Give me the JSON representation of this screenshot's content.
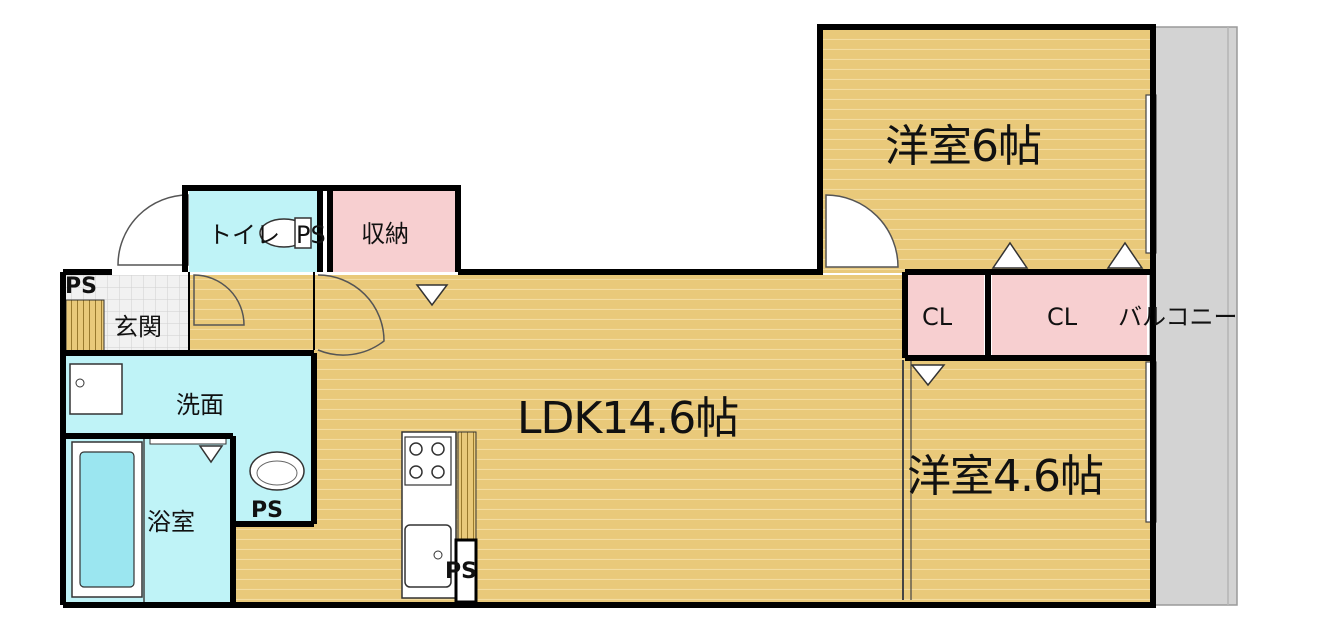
{
  "rooms": {
    "bedroom_upper": "洋室6帖",
    "bedroom_lower": "洋室4.6帖",
    "ldk": "LDK14.6帖",
    "toilet": "トイレ",
    "storage": "収納",
    "entrance": "玄関",
    "washroom": "洗面",
    "bathroom": "浴室",
    "closet_small": "CL",
    "closet_large": "CL",
    "balcony": "バルコニー"
  },
  "pipe_spaces": {
    "toilet_ps": "PS",
    "entrance_ps": "PS",
    "washroom_ps": "PS",
    "kitchen_ps": "PS"
  },
  "colors": {
    "wood_floor": "#e9c97a",
    "wood_line": "#f3dca0",
    "water_area": "#bff3f7",
    "closet": "#f7cfd0",
    "balcony": "#d3d3d3",
    "wall": "#000000",
    "tile": "#eeeeee"
  }
}
